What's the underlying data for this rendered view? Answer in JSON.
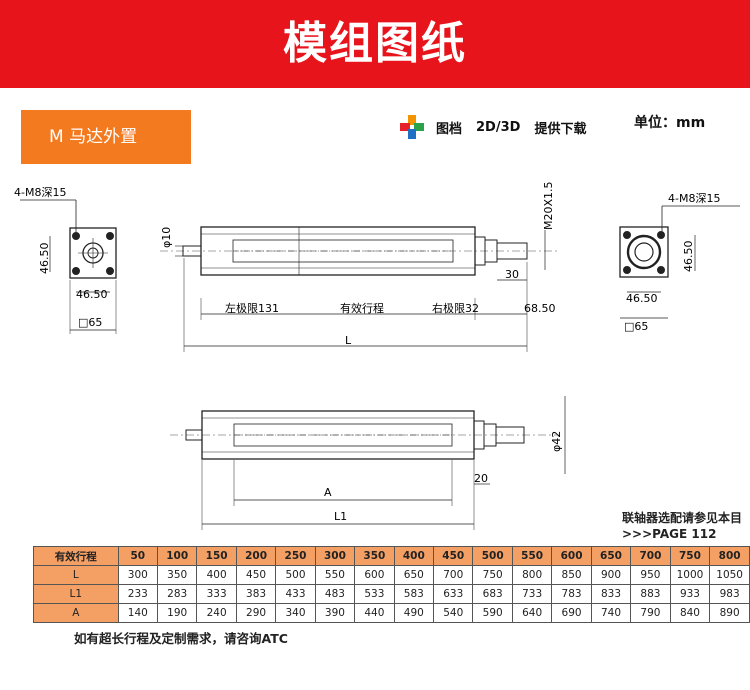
{
  "header": {
    "title": "模组图纸"
  },
  "motor_tag": {
    "label": "M  马达外置"
  },
  "files": {
    "label_archive": "图档",
    "label_format": "2D/3D",
    "label_download": "提供下载"
  },
  "unit": {
    "label": "单位：mm"
  },
  "drawing": {
    "left_hole": "4-M8深15",
    "right_hole": "4-M8深15",
    "dim_46_50_left_v": "46.50",
    "dim_46_50_left_h": "46.50",
    "dim_sq65_left": "□65",
    "dim_46_50_right_v": "46.50",
    "dim_46_50_right_h": "46.50",
    "dim_sq65_right": "□65",
    "dim_phi10": "φ10",
    "dim_thread": "M20X1.5",
    "dim_30": "30",
    "dim_68_50": "68.50",
    "left_limit": "左极限131",
    "stroke": "有效行程",
    "right_limit": "右极限32",
    "dim_L": "L",
    "dim_phi42": "φ42",
    "dim_A": "A",
    "dim_20": "20",
    "dim_L1": "L1"
  },
  "coupling_note": {
    "line1": "联轴器选配请参见本目",
    "line2": ">>>PAGE 112"
  },
  "table": {
    "header_label": "有效行程",
    "strokes": [
      "50",
      "100",
      "150",
      "200",
      "250",
      "300",
      "350",
      "400",
      "450",
      "500",
      "550",
      "600",
      "650",
      "700",
      "750",
      "800"
    ],
    "rows": [
      {
        "label": "L",
        "values": [
          "300",
          "350",
          "400",
          "450",
          "500",
          "550",
          "600",
          "650",
          "700",
          "750",
          "800",
          "850",
          "900",
          "950",
          "1000",
          "1050"
        ]
      },
      {
        "label": "L1",
        "values": [
          "233",
          "283",
          "333",
          "383",
          "433",
          "483",
          "533",
          "583",
          "633",
          "683",
          "733",
          "783",
          "833",
          "883",
          "933",
          "983"
        ]
      },
      {
        "label": "A",
        "values": [
          "140",
          "190",
          "240",
          "290",
          "340",
          "390",
          "440",
          "490",
          "540",
          "590",
          "640",
          "690",
          "740",
          "790",
          "840",
          "890"
        ]
      }
    ]
  },
  "footer": {
    "note": "如有超长行程及定制需求，请咨询ATC"
  },
  "colors": {
    "banner": "#e8141b",
    "tag": "#f47a20",
    "table_head": "#f4a064"
  }
}
